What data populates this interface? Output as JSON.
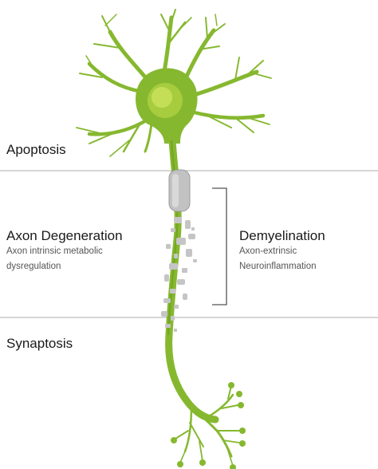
{
  "sections": {
    "apoptosis": {
      "label": "Apoptosis"
    },
    "axon_degeneration": {
      "label": "Axon Degeneration",
      "detail_lines": [
        "Axon intrinsic metabolic",
        "dysregulation"
      ]
    },
    "demyelination": {
      "label": "Demyelination",
      "detail_lines": [
        "Axon-extrinsic",
        "Neuroinflammation"
      ]
    },
    "synaptosis": {
      "label": "Synaptosis"
    }
  },
  "colors": {
    "neuron_green": "#86b82f",
    "neuron_dark": "#5f8f1a",
    "nucleus": "#c4df57",
    "myelin_gray": "#bdbdbd",
    "divider": "#c8c8c8"
  }
}
